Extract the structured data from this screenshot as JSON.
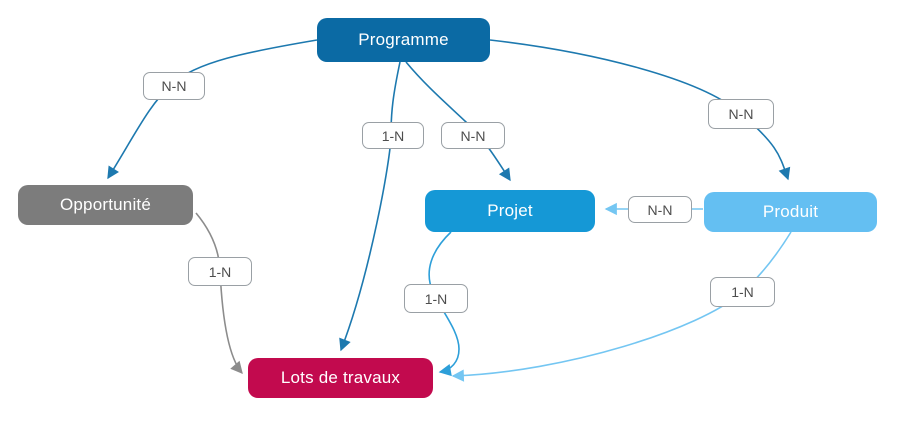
{
  "diagram": {
    "background": "#ffffff",
    "nodes": [
      {
        "id": "programme",
        "label": "Programme",
        "color": "#0b6aa4",
        "text_color": "#ffffff"
      },
      {
        "id": "opportunite",
        "label": "Opportunité",
        "color": "#7c7c7c",
        "text_color": "#ffffff"
      },
      {
        "id": "projet",
        "label": "Projet",
        "color": "#1598d6",
        "text_color": "#ffffff"
      },
      {
        "id": "produit",
        "label": "Produit",
        "color": "#64bff2",
        "text_color": "#ffffff"
      },
      {
        "id": "lots",
        "label": "Lots de travaux",
        "color": "#c20a4e",
        "text_color": "#ffffff"
      }
    ],
    "edges": [
      {
        "from": "Programme",
        "to": "Opportunité",
        "cardinality": "N-N",
        "color": "#1d79af"
      },
      {
        "from": "Programme",
        "to": "Lots de travaux",
        "cardinality": "1-N",
        "color": "#1d79af"
      },
      {
        "from": "Programme",
        "to": "Projet",
        "cardinality": "N-N",
        "color": "#1d79af"
      },
      {
        "from": "Programme",
        "to": "Produit",
        "cardinality": "N-N",
        "color": "#1d79af"
      },
      {
        "from": "Opportunité",
        "to": "Lots de travaux",
        "cardinality": "1-N",
        "color": "#8c8c8c"
      },
      {
        "from": "Projet",
        "to": "Lots de travaux",
        "cardinality": "1-N",
        "color": "#2d9fd9"
      },
      {
        "from": "Produit",
        "to": "Projet",
        "cardinality": "N-N",
        "color": "#74c6f2"
      },
      {
        "from": "Produit",
        "to": "Lots de travaux",
        "cardinality": "1-N",
        "color": "#74c6f2"
      }
    ],
    "label_style": {
      "background": "#ffffff",
      "border": "#9aa0a5",
      "text": "#4d4d4d"
    }
  }
}
